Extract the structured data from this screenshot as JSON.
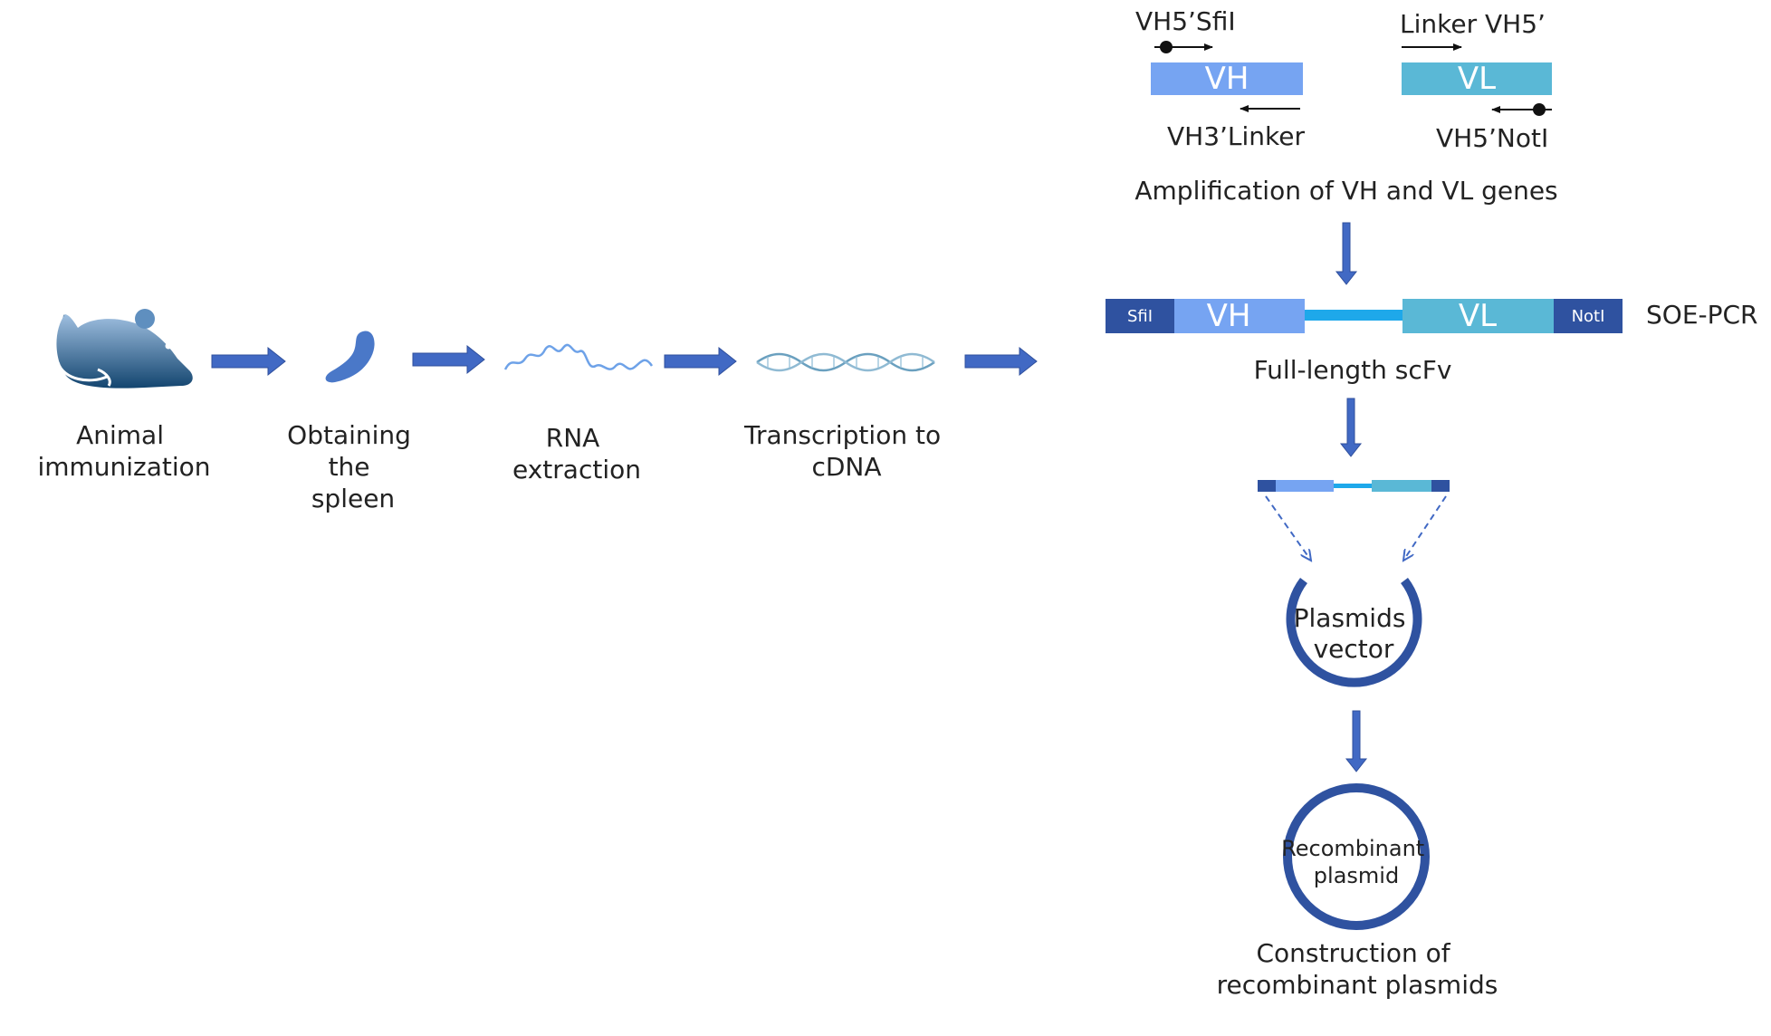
{
  "colors": {
    "arrow": "#4169c4",
    "arrow_edge": "#2f4f9c",
    "vh": "#76a4f2",
    "vl": "#5ab8d6",
    "end_tag": "#2f52a0",
    "linker": "#1ea8ea",
    "plasmid": "#2f52a0",
    "mouse": "#3f6f9d",
    "spleen": "#4a78c8",
    "rna": "#6ea2e8",
    "cdna": "#6aa0bf"
  },
  "steps": [
    {
      "name": "animal-immunization",
      "icon": "mouse-icon",
      "lines": [
        "Animal",
        "immunization"
      ]
    },
    {
      "name": "obtaining-spleen",
      "icon": "spleen-icon",
      "lines": [
        "Obtaining",
        "the",
        "spleen"
      ]
    },
    {
      "name": "rna-extraction",
      "icon": "rna-strand-icon",
      "lines": [
        "RNA",
        "extraction"
      ]
    },
    {
      "name": "transcription-cdna",
      "icon": "cdna-helix-icon",
      "lines": [
        "Transcription to",
        "cDNA"
      ]
    }
  ],
  "amplification": {
    "vh_label": "VH",
    "vl_label": "VL",
    "primer_vh_forward": "VH5’SfiI",
    "primer_vh_reverse": "VH3’Linker",
    "primer_vl_forward": "Linker VH5’",
    "primer_vl_reverse": "VH5’NotI",
    "caption": "Amplification of VH and VL genes"
  },
  "scfv": {
    "left_tag": "SfiI",
    "vh_label": "VH",
    "vl_label": "VL",
    "right_tag": "NotI",
    "method": "SOE-PCR",
    "caption": "Full-length scFv"
  },
  "plasmid_vector": {
    "lines": [
      "Plasmids",
      "vector"
    ]
  },
  "recombinant": {
    "lines": [
      "Recombinant",
      "plasmid"
    ],
    "caption": [
      "Construction of",
      "recombinant plasmids"
    ]
  }
}
